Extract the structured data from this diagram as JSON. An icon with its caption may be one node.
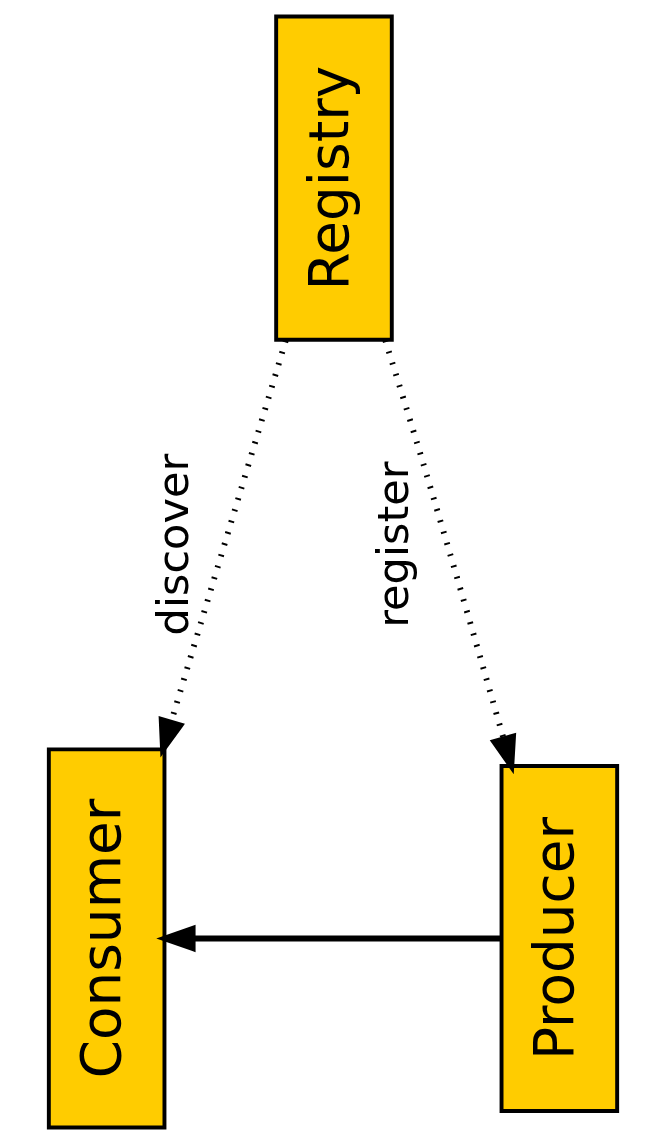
{
  "diagram": {
    "nodes": [
      {
        "text": [
          "Registry"
        ]
      },
      {
        "text": [
          "Consumer"
        ]
      },
      {
        "text": [
          "Producer"
        ]
      }
    ],
    "edges": [
      {
        "from": 0,
        "to": 1,
        "arrow": "to",
        "label": "discover",
        "style": "dashed"
      },
      {
        "from": 0,
        "to": 2,
        "arrow": "to",
        "label": "register",
        "style": "dashed"
      },
      {
        "from": 2,
        "to": 1,
        "arrow": "to"
      }
    ]
  }
}
